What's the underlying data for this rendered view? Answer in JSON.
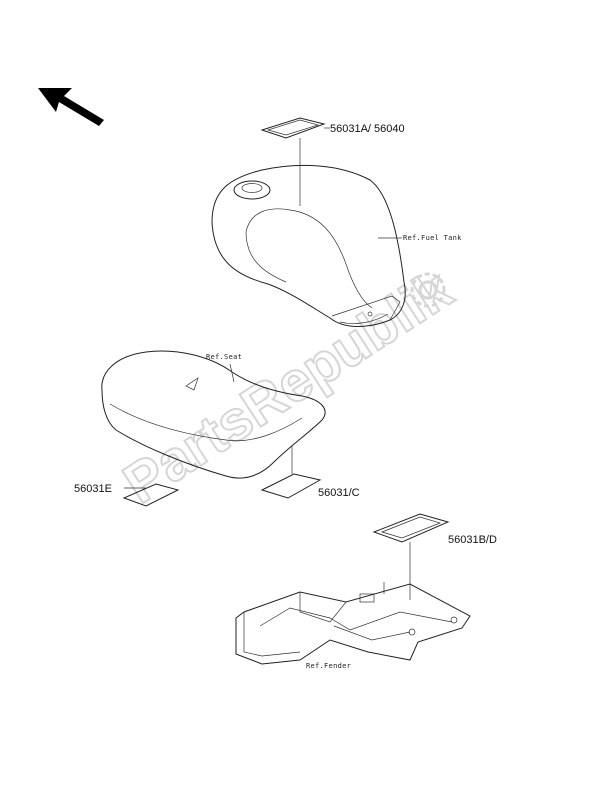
{
  "labels": {
    "tank_label": "56031A/ 56040",
    "seat_label_right": "56031/C",
    "seat_label_left": "56031E",
    "fender_label": "56031B/D"
  },
  "refs": {
    "fuel_tank": "Ref.Fuel Tank",
    "seat": "Ref.Seat",
    "fender": "Ref.Fender"
  },
  "watermark": "PartsRepublik",
  "colors": {
    "line": "#222222",
    "watermark": "#d6d6d6"
  },
  "icons": {
    "orientation": "direction-arrow-icon",
    "watermark_gear": "gear-icon"
  }
}
